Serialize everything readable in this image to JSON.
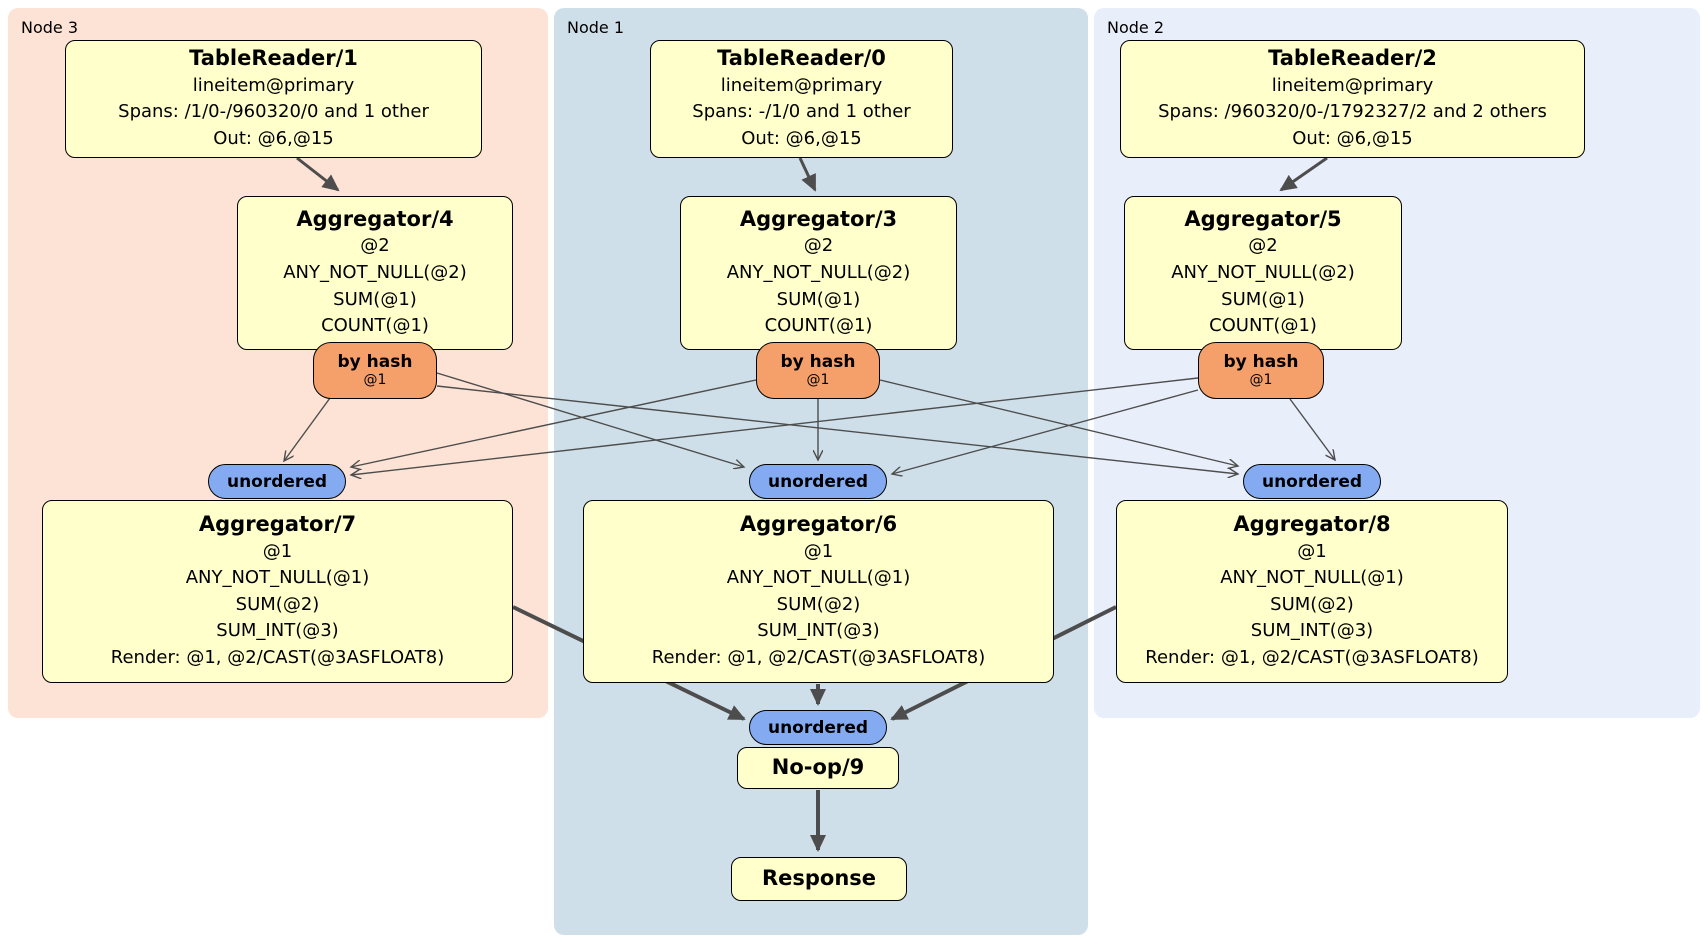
{
  "diagram": {
    "regions": [
      {
        "label": "Node 3"
      },
      {
        "label": "Node 1"
      },
      {
        "label": "Node 2"
      }
    ],
    "nodes": {
      "tablereader1": {
        "title": "TableReader/1",
        "lines": [
          "lineitem@primary",
          "Spans: /1/0-/960320/0 and 1 other",
          "Out: @6,@15"
        ]
      },
      "tablereader0": {
        "title": "TableReader/0",
        "lines": [
          "lineitem@primary",
          "Spans: -/1/0 and 1 other",
          "Out: @6,@15"
        ]
      },
      "tablereader2": {
        "title": "TableReader/2",
        "lines": [
          "lineitem@primary",
          "Spans: /960320/0-/1792327/2 and 2 others",
          "Out: @6,@15"
        ]
      },
      "aggregator4": {
        "title": "Aggregator/4",
        "lines": [
          "@2",
          "ANY_NOT_NULL(@2)",
          "SUM(@1)",
          "COUNT(@1)"
        ]
      },
      "aggregator3": {
        "title": "Aggregator/3",
        "lines": [
          "@2",
          "ANY_NOT_NULL(@2)",
          "SUM(@1)",
          "COUNT(@1)"
        ]
      },
      "aggregator5": {
        "title": "Aggregator/5",
        "lines": [
          "@2",
          "ANY_NOT_NULL(@2)",
          "SUM(@1)",
          "COUNT(@1)"
        ]
      },
      "aggregator7": {
        "title": "Aggregator/7",
        "lines": [
          "@1",
          "ANY_NOT_NULL(@1)",
          "SUM(@2)",
          "SUM_INT(@3)",
          "Render: @1, @2/CAST(@3ASFLOAT8)"
        ]
      },
      "aggregator6": {
        "title": "Aggregator/6",
        "lines": [
          "@1",
          "ANY_NOT_NULL(@1)",
          "SUM(@2)",
          "SUM_INT(@3)",
          "Render: @1, @2/CAST(@3ASFLOAT8)"
        ]
      },
      "aggregator8": {
        "title": "Aggregator/8",
        "lines": [
          "@1",
          "ANY_NOT_NULL(@1)",
          "SUM(@2)",
          "SUM_INT(@3)",
          "Render: @1, @2/CAST(@3ASFLOAT8)"
        ]
      },
      "noop": {
        "title": "No-op/9"
      },
      "response": {
        "title": "Response"
      }
    },
    "router": {
      "label": "by hash",
      "detail": "@1"
    },
    "sync_label": "unordered",
    "edges": [
      "TableReader/1 -> Aggregator/4",
      "TableReader/0 -> Aggregator/3",
      "TableReader/2 -> Aggregator/5",
      "Aggregator/4 by hash -> unordered(Node 3)",
      "Aggregator/4 by hash -> unordered(Node 1)",
      "Aggregator/4 by hash -> unordered(Node 2)",
      "Aggregator/3 by hash -> unordered(Node 3)",
      "Aggregator/3 by hash -> unordered(Node 1)",
      "Aggregator/3 by hash -> unordered(Node 2)",
      "Aggregator/5 by hash -> unordered(Node 3)",
      "Aggregator/5 by hash -> unordered(Node 1)",
      "Aggregator/5 by hash -> unordered(Node 2)",
      "Aggregator/7 -> unordered -> No-op/9",
      "Aggregator/6 -> unordered -> No-op/9",
      "Aggregator/8 -> unordered -> No-op/9",
      "No-op/9 -> Response"
    ],
    "colors": {
      "region_node3": "#fce3d5",
      "region_node1": "#cfdfe9",
      "region_node2": "#e9eefb",
      "processor_fill": "#ffffcb",
      "router_fill": "#f5a06a",
      "sync_fill": "#84abf2",
      "border": "#000000",
      "edge": "#4d4d4d"
    }
  }
}
